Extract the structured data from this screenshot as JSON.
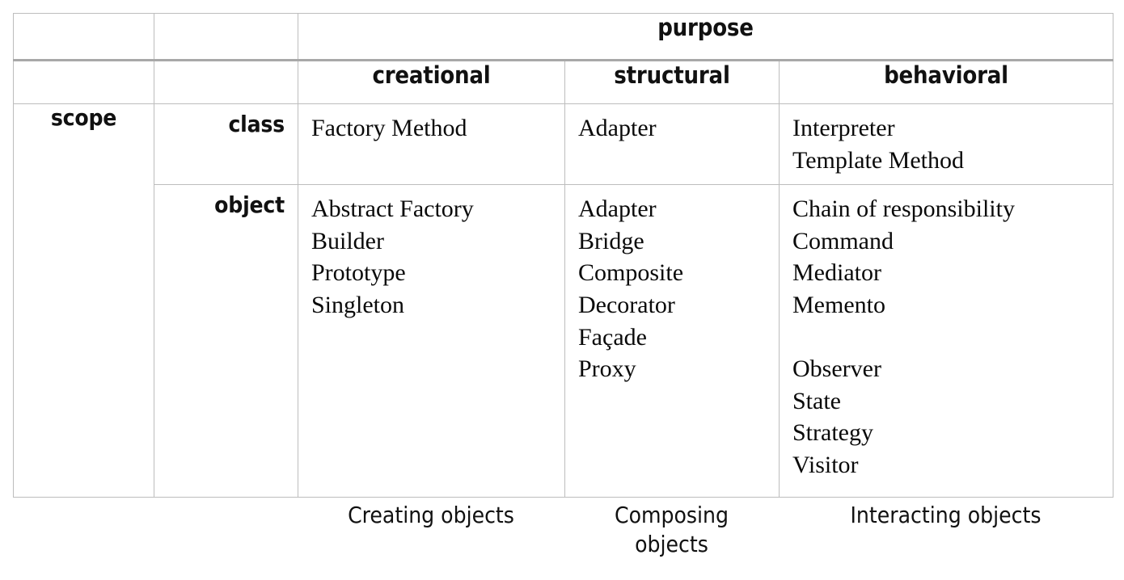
{
  "table": {
    "axis_headers": {
      "purpose": "purpose",
      "scope": "scope"
    },
    "purpose_columns": [
      {
        "key": "creational",
        "label": "creational"
      },
      {
        "key": "structural",
        "label": "structural"
      },
      {
        "key": "behavioral",
        "label": "behavioral"
      }
    ],
    "scope_rows": [
      {
        "key": "class",
        "label": "class"
      },
      {
        "key": "object",
        "label": "object"
      }
    ],
    "cells": {
      "class": {
        "creational": "Factory Method",
        "structural": "Adapter",
        "behavioral": "Interpreter\nTemplate Method"
      },
      "object": {
        "creational": "Abstract Factory\nBuilder\nPrototype\nSingleton",
        "structural": "Adapter\nBridge\nComposite\nDecorator\nFaçade\nProxy",
        "behavioral": "Chain of responsibility\nCommand\nMediator\nMemento\n\nObserver\nState\nStrategy\nVisitor"
      }
    }
  },
  "captions": {
    "creational": "Creating objects",
    "structural": "Composing\nobjects",
    "behavioral": "Interacting objects"
  },
  "colors": {
    "header_background": "#d8d8d8",
    "cell_background": "#ffffff",
    "grid_line": "#bdbdbd",
    "heavy_rule": "#a8a8a8",
    "text": "#111111"
  }
}
